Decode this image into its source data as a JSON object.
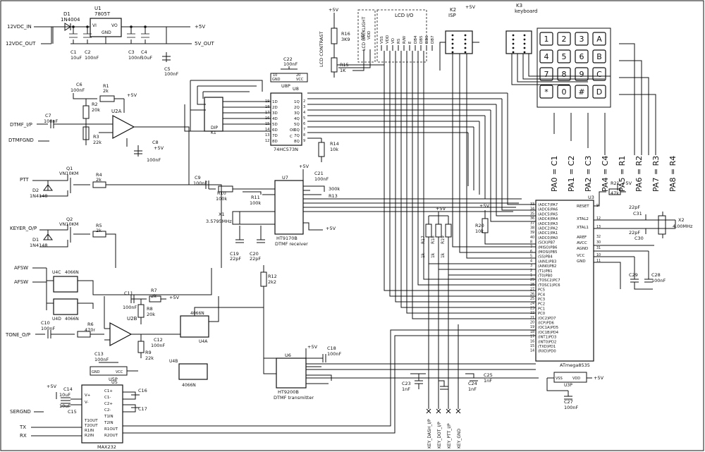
{
  "labels": {
    "v12_in": "12VDC_IN",
    "v12_out": "12VDC_OUT",
    "d1": "D1",
    "d1_val": "1N4004",
    "u1": "U1",
    "u1_val": "7805T",
    "u1_vi": "VI",
    "u1_vo": "VO",
    "u1_gnd": "GND",
    "c1": "C1",
    "c1_val": "10uF",
    "c2": "C2",
    "c2_val": "100nF",
    "c3": "C3",
    "c3_val": "100nF",
    "c4": "C4",
    "c4_val": "10uF",
    "c5": "C5",
    "c5_val": "100nF",
    "p5v_reg": "+5V",
    "v5_out": "5V_OUT",
    "p5v_r16": "+5V",
    "r16": "R16",
    "r16_val": "3K9",
    "r15": "R15",
    "r15_val": "1K",
    "lcd_contrast": "LCD CONTRAST",
    "lcd_backlight": "LCD BACKLIGHT",
    "lcd_io": "LCD I/O",
    "lcd_pins": [
      "VSS",
      "VDD",
      "VO",
      "RS",
      "R/W",
      "E",
      "DB4",
      "DB5",
      "DB6",
      "DB7"
    ],
    "bl_pins": [
      "VSS",
      "VDD"
    ],
    "k2": "K2",
    "k2_name": "ISP",
    "k3": "K3",
    "k3_name": "keyboard",
    "keys": [
      "1",
      "2",
      "3",
      "A",
      "4",
      "5",
      "6",
      "B",
      "7",
      "8",
      "9",
      "C",
      "*",
      "0",
      "#",
      "D"
    ],
    "key_map": [
      "PA0 = C1",
      "PA1 = C2",
      "PA2 = C3",
      "PA4 = C4",
      "PA5 = R1",
      "PA6 = R2",
      "PA7 = R3",
      "PA8 = R4"
    ],
    "c22": "C22",
    "c22_val": "100nF",
    "u8p": "U8P",
    "u8p_gnd": "GND",
    "u8p_vcc": "VCC",
    "u8p_10": "10",
    "u8p_20": "20",
    "u8": "U8",
    "u8_name": "74HC573N",
    "u8_pins_d": [
      "1D",
      "2D",
      "3D",
      "4D",
      "5D",
      "6D",
      "7D",
      "8D"
    ],
    "u8_pins_q": [
      "1Q",
      "2Q",
      "3Q",
      "4Q",
      "5Q",
      "6Q",
      "7Q",
      "8Q"
    ],
    "u8_oc": "OC",
    "u8_c": "C",
    "u8_left_nums": [
      "19",
      "18",
      "17",
      "16",
      "15",
      "14",
      "13",
      "12"
    ],
    "u8_right_nums": [
      "2",
      "3",
      "4",
      "5",
      "6",
      "7",
      "8",
      "9"
    ],
    "dip": "DIP",
    "k1": "K1",
    "r14": "R14",
    "r14_val": "10k",
    "c6": "C6",
    "c6_val": "100nF",
    "r1": "R1",
    "r1_val": "2k",
    "p5v_r1": "+5V",
    "r2": "R2",
    "r2_val": "20k",
    "c7": "C7",
    "c7_val": "100nF",
    "dtmf_ip": "DTMF_I/P",
    "dtmf_gnd": "DTMFGND",
    "u2a": "U2A",
    "r3": "R3",
    "r3_val": "22k",
    "c8": "C8",
    "c8_val": "100nF",
    "p5v_c8": "+5V",
    "ptt": "PTT",
    "q1": "Q1",
    "q1_val": "VN10KM",
    "r4": "R4",
    "r4_val": "2k",
    "d2": "D2",
    "d2_val": "1N4148",
    "keyer_op": "KEYER_O/P",
    "q2": "Q2",
    "q2_val": "VN10KM",
    "r5": "R5",
    "r5_val": "2k",
    "d1b": "D1",
    "d1b_val": "1N4148",
    "c9": "C9",
    "c9_val": "100nF",
    "r10": "R10",
    "r10_val": "100k",
    "r11": "R11",
    "r11_val": "100k",
    "u7": "U7",
    "u7_name": "HT9170B",
    "u7_sub": "DTMF receiver",
    "c21": "C21",
    "c21_val": "100nF",
    "r13": "R13",
    "r13_val": "300k",
    "p5v_u7": "+5V",
    "p5v_u7b": "+5V",
    "x1": "X1",
    "x1_val": "3.5795MHz",
    "c19": "C19",
    "c19_val": "22pF",
    "c20": "C20",
    "c20_val": "22pF",
    "r12": "R12",
    "r12_val": "2k2",
    "afsw1": "AFSW",
    "afsw2": "AFSW",
    "u4c": "U4C",
    "u4c_name": "4066N",
    "u4d": "U4D",
    "u4d_name": "4066N",
    "r7": "R7",
    "r7_val": "2k",
    "p5v_r7": "+5V",
    "c11": "C11",
    "c11_val": "100nF",
    "r8": "R8",
    "r8_val": "20k",
    "u2b": "U2B",
    "r6": "R6",
    "r6_val": "470r",
    "c10": "C10",
    "c10_val": "100nF",
    "tone_op": "TONE_O/P",
    "c12": "C12",
    "c12_val": "100nF",
    "r9": "R9",
    "r9_val": "22k",
    "u4a": "U4A",
    "u4a_name": "4066N",
    "u4b": "U4B",
    "u4b_name": "4066N",
    "c13": "C13",
    "c13_val": "100nF",
    "u5p": "U5P",
    "u5p_gnd": "GND",
    "u5p_vcc": "VCC",
    "u6": "U6",
    "u6_name": "HT9200B",
    "u6_sub": "DTMF transmitter",
    "c18": "C18",
    "c18_val": "100nF",
    "p5v_u6": "+5V",
    "u5": "U5",
    "u5_name": "MAX232",
    "u5_left": [
      "C1+",
      "C1-",
      "C2+",
      "C2-",
      "T1IN",
      "T2IN",
      "R1OUT",
      "R2OUT"
    ],
    "u5_right": [
      "V+",
      "V-",
      "T1OUT",
      "T2OUT",
      "R1IN",
      "R2IN"
    ],
    "c14": "C14",
    "c14_val": "10uF",
    "c15": "C15",
    "c15_val": "10uF",
    "c16": "C16",
    "c17": "C17",
    "p5v_c14": "+5V",
    "serial_gnd": "SERGND",
    "tx": "TX",
    "rx": "RX",
    "r17": "R17",
    "r17_val": "1k",
    "r18": "R18",
    "r18_val": "1k",
    "r19": "R19",
    "r19_val": "1k",
    "p5v_r17": "+5V",
    "r20": "R20",
    "r20_val": "10k",
    "p5v_r20": "+5V",
    "c23": "C23",
    "c23_val": "1nF",
    "c24": "C24",
    "c24_val": "1nF",
    "c25": "C25",
    "c25_val": "1nF",
    "key_pins": [
      "KEY_DASH_I/P",
      "KEY_DOT_I/P",
      "KEY_PTT_I/P",
      "KEY_GND"
    ],
    "u3": "U3",
    "u3_name": "ATmega8535",
    "u3_left_pins": [
      "(ADC7)PA7",
      "(ADC6)PA6",
      "(ADC5)PA5",
      "(ADC4)PA4",
      "(ADC3)PA3",
      "(ADC2)PA2",
      "(ADC1)PA1",
      "(ADC0)PA0",
      "(SCK)PB7",
      "(MISO)PB6",
      "(MOSI)PB5",
      "(SS)PB4",
      "(AIN1)PB3",
      "(AIN0)PB2",
      "(T1)PB1",
      "(T0)PB0",
      "(TOSC2)PC7",
      "(TOSC1)PC6",
      "PC5",
      "PC4",
      "PC3",
      "PC2",
      "PC1",
      "PC0",
      "(OC2)PD7",
      "(ICP)PD6",
      "(OC1A)PD5",
      "(OC1B)PD4",
      "(INT1)PD3",
      "(INT0)PD2",
      "(TXD)PD1",
      "(RXD)PD0"
    ],
    "u3_left_nums": [
      "33",
      "34",
      "35",
      "36",
      "37",
      "38",
      "39",
      "40",
      "8",
      "7",
      "6",
      "5",
      "4",
      "3",
      "2",
      "1",
      "29",
      "28",
      "27",
      "26",
      "25",
      "24",
      "23",
      "22",
      "21",
      "20",
      "19",
      "18",
      "17",
      "16",
      "15",
      "14"
    ],
    "u3_right_pins": [
      "RESET",
      "XTAL2",
      "XTAL1",
      "AREF",
      "AVCC",
      "AGND",
      "VCC",
      "GND"
    ],
    "u3_right_nums": [
      "9",
      "12",
      "13",
      "32",
      "30",
      "31",
      "10",
      "11"
    ],
    "r21": "R21",
    "r21_val": "47k",
    "p5v_r21": "+5V",
    "c31": "C31",
    "c31_val": "22pF",
    "c30": "C30",
    "c30_val": "22pF",
    "x2": "X2",
    "x2_val": "4.00MHz",
    "c29": "C29",
    "c28": "C28",
    "c28_val": "100nF",
    "u3p": "U3P",
    "u3p_vss": "VSS",
    "u3p_vdd": "VDD",
    "c27": "C27",
    "c27_val": "100nF",
    "p5v_u3p": "+5V"
  },
  "colors": {
    "ink": "#111111",
    "paper": "#ffffff"
  }
}
